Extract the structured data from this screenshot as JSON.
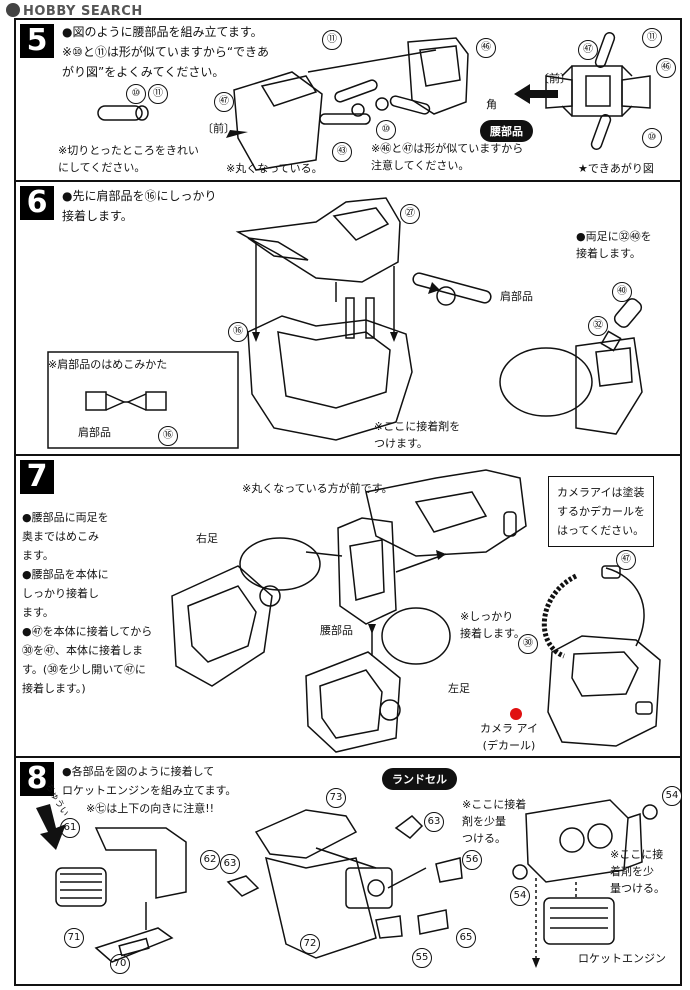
{
  "watermark": "HOBBY SEARCH",
  "steps": [
    {
      "number": "5",
      "text": "●図のように腰部品を組み立てます。\n※⑩と⑪は形が似ていますから“できあ\nがり図”をよくみてください。",
      "note_cut": "※切りとったところをきれい\nにしてください。",
      "note_round": "※丸くなっている。",
      "note_similar": "※㊻と㊼は形が似ていますから\n注意してください。",
      "front_left": "〔前〕",
      "front_right": "〔前〕",
      "corner": "角",
      "badge": "腰部品",
      "completed": "★できあがり図",
      "parts": [
        "⑪",
        "㊻",
        "㊼",
        "⑩",
        "⑪",
        "㊸",
        "⑩",
        "㊼",
        "㊻",
        "⑪",
        "⑩"
      ]
    },
    {
      "number": "6",
      "text": "●先に肩部品を⑯にしっかり\n接着します。",
      "note_both_feet": "●両足に㉜㊵を\n接着します。",
      "shoulder_label": "肩部品",
      "inset_title": "※肩部品のはめこみかた",
      "inset_label": "肩部品",
      "glue_note": "※ここに接着剤を\nつけます。",
      "parts": [
        "㉗",
        "⑯",
        "㊵",
        "㉜",
        "⑯"
      ]
    },
    {
      "number": "7",
      "round_front": "※丸くなっている方が前です。",
      "text": "●腰部品に両足を\n奥まではめこみ\nます。\n●腰部品を本体に\nしっかり接着し\nます。\n●㊼を本体に接着してから\n㉚を㊼、本体に接着しま\nす。(㉚を少し開いて㊼に\n接着します。)",
      "right_leg": "右足",
      "left_leg": "左足",
      "waist_label": "腰部品",
      "firmly": "※しっかり\n接着します。",
      "camera_box": "カメラアイは塗装\nするかデカールを\nはってください。",
      "camera_eye": "カメラ アイ\n(デカール)",
      "parts": [
        "㊼",
        "㉚"
      ]
    },
    {
      "number": "8",
      "text": "●各部品を図のように接着して\nロケットエンジンを組み立てます。",
      "note_updown": "※㊆は上下の向きに注意!!",
      "badge": "ランドセル",
      "glue_small": "※ここに接着\n剤を少量\nつける。",
      "glue_small2": "※ここに接\n着剤を少\n量つける。",
      "rocket_engine": "ロケットエンジン",
      "tag_side": "ちゅうい",
      "parts": [
        "61",
        "62",
        "71",
        "70",
        "73",
        "63",
        "63",
        "56",
        "72",
        "55",
        "65",
        "54",
        "54"
      ]
    }
  ]
}
